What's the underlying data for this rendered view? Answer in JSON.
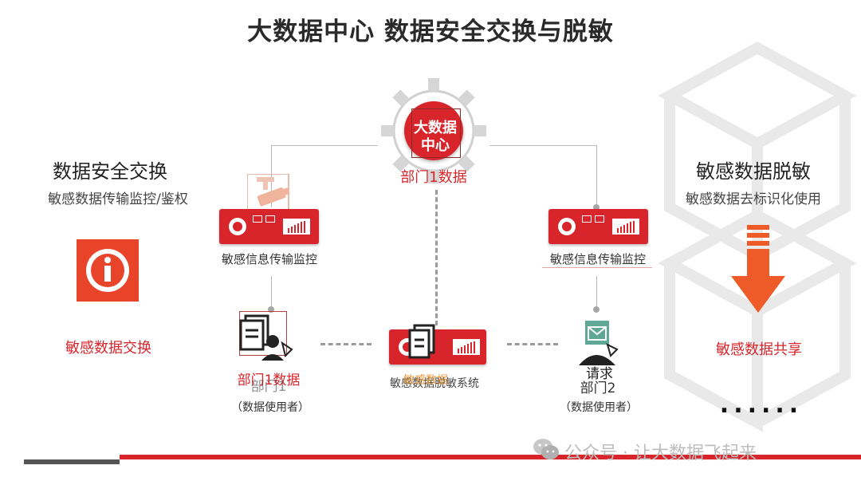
{
  "title": "大数据中心 数据安全交换与脱敏",
  "center": {
    "hub_label": "大数据中心",
    "hub_line1": "大数据",
    "hub_line2": "中心",
    "hub_sub": "部门1数据"
  },
  "left_panel": {
    "heading": "数据安全交换",
    "subheading": "敏感数据传输监控/鉴权",
    "icon": "info-icon",
    "label": "敏感数据交换"
  },
  "right_panel": {
    "heading": "敏感数据脱敏",
    "subheading": "敏感数据去标识化使用",
    "icon": "arrow-down-icon",
    "label": "敏感数据共享",
    "ellipsis": "......"
  },
  "devices": {
    "left_monitor": "敏感信息传输监控",
    "right_monitor": "敏感信息传输监控",
    "middle_system_label": "敏感数据脱敏系统",
    "middle_overlay": "敏感数据"
  },
  "users": {
    "dept1_overlay": "部门1数据",
    "dept1_name": "部门1",
    "dept1_role": "（数据使用者）",
    "dept2_request": "请求",
    "dept2_name": "部门2",
    "dept2_role": "（数据使用者）"
  },
  "footer": {
    "watermark": "公众号 · 让大数据飞起来"
  },
  "colors": {
    "accent": "#d8252b",
    "text": "#2a2a2a",
    "line": "#b8b8b8"
  }
}
